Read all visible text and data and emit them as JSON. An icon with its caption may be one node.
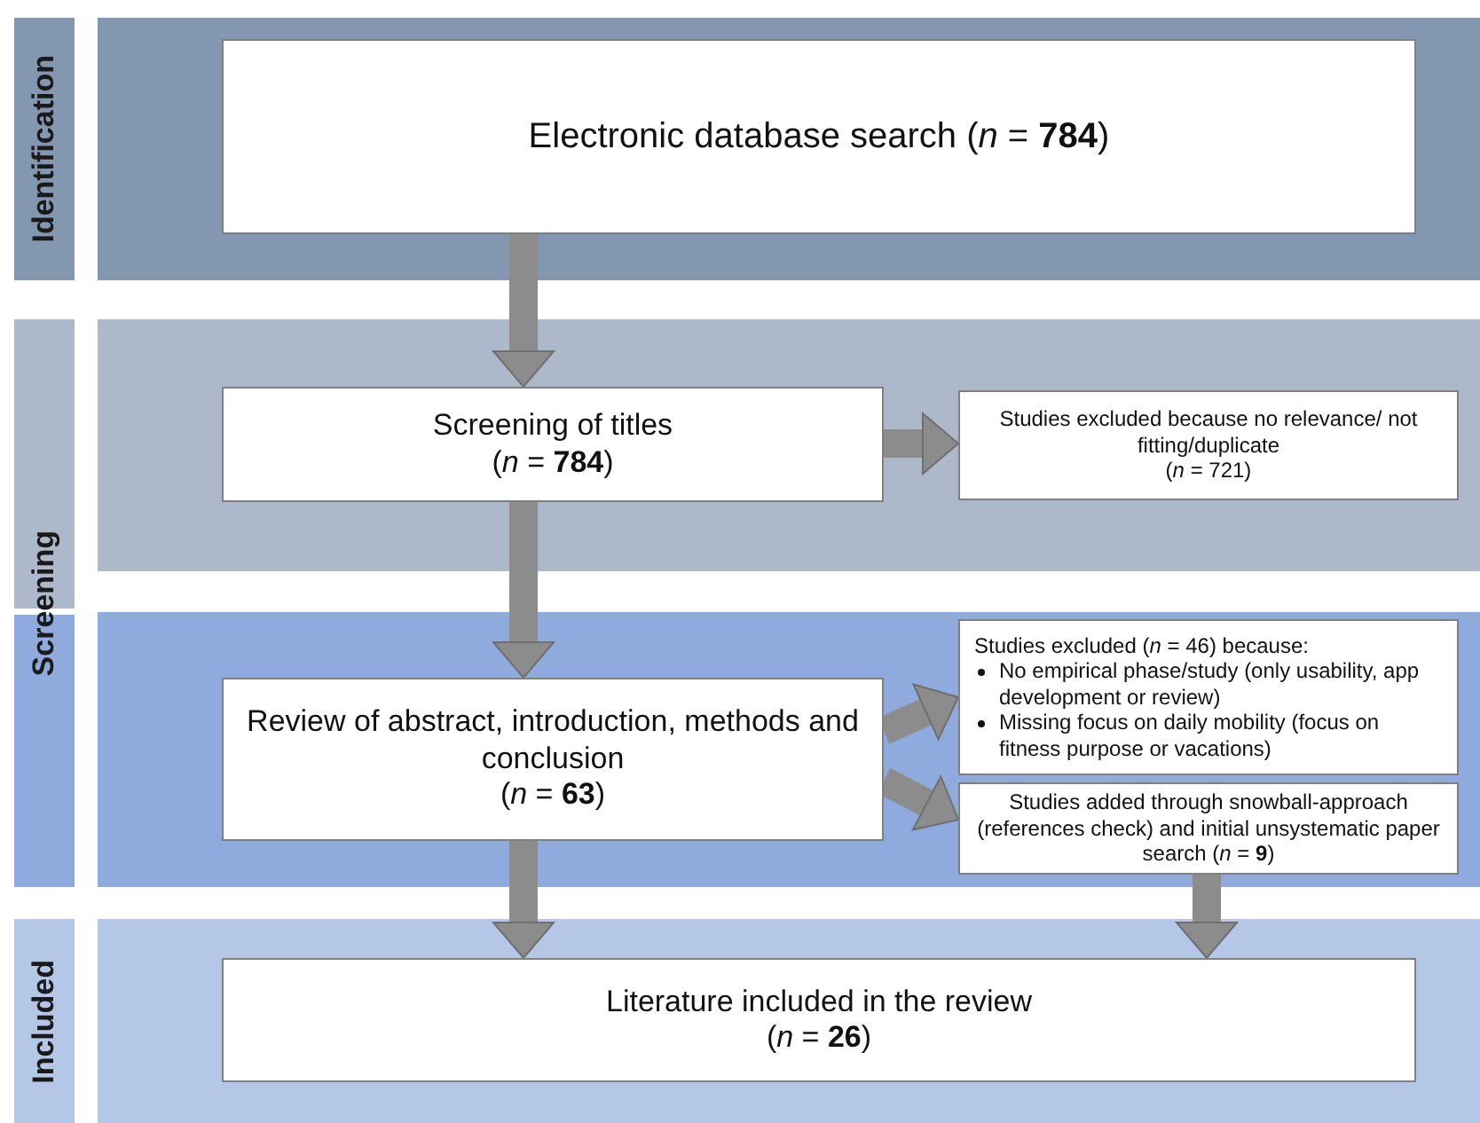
{
  "diagram": {
    "nodes": [
      {
        "text": [
          "Identification"
        ]
      },
      {
        "text": [
          "Screening"
        ]
      },
      {
        "text": [
          "Included"
        ]
      },
      {
        "text": [
          "Electronic database search (*n* = **784**)"
        ]
      },
      {
        "text": [
          "Screening of titles",
          "(*n* = **784**)"
        ]
      },
      {
        "text": [
          "Studies excluded because no relevance/ not fitting/duplicate",
          "(*n* = 721)"
        ]
      },
      {
        "text": [
          "Review of abstract, introduction, methods and conclusion",
          "(*n* = **63**)"
        ]
      },
      {
        "text": [
          "Studies excluded (*n* =  46) because:",
          "No empirical phase/study (only usability, app development or review)",
          "Missing focus on daily mobility (focus on fitness purpose or vacations)"
        ]
      },
      {
        "text": [
          "Studies added through snowball-approach (references check) and initial unsystematic paper search (*n* = **9**)"
        ]
      },
      {
        "text": [
          "Literature included in the review",
          "(*n* = **26**)"
        ]
      }
    ],
    "edges": [
      {
        "from": 3,
        "to": 4,
        "arrow": "to"
      },
      {
        "from": 4,
        "to": 5,
        "arrow": "to"
      },
      {
        "from": 4,
        "to": 6,
        "arrow": "to"
      },
      {
        "from": 6,
        "to": 7,
        "arrow": "to"
      },
      {
        "from": 6,
        "to": 8,
        "arrow": "to"
      },
      {
        "from": 6,
        "to": 9,
        "arrow": "to"
      },
      {
        "from": 8,
        "to": 9,
        "arrow": "to"
      }
    ]
  }
}
